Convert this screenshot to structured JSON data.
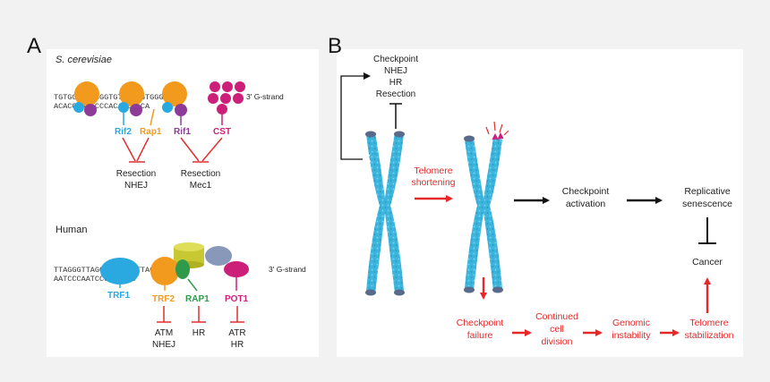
{
  "colors": {
    "page_background": "#f2f2f2",
    "panel_background": "#ffffff",
    "inhibit_red": "#e03030",
    "chromosome_blue": "#3cb4dc",
    "chromosome_cap": "#5a6a8a",
    "arrow_black": "#111111",
    "arrow_red": "#e62828",
    "rif2_cyan": "#29a9e0",
    "rap1_orange": "#f29a1e",
    "rif1_purple": "#8e3a98",
    "cst_magenta": "#cc1f7a",
    "trf1_cyan": "#29a9e0",
    "trf2_orange": "#f29a1e",
    "rap1_green": "#2e9a4a",
    "pot1_magenta": "#cc1f7a",
    "tin2_yellow": "#c8c832",
    "tpp1_slate": "#8898b8"
  },
  "panel_a": {
    "letter": "A",
    "yeast": {
      "species": "S. cerevisiae",
      "dna_top": "TGTGGGTGTGGGTGTGGGTGTGGG",
      "dna_bottom": "ACACCCACACCCACACCCACA",
      "strand_label": "3' G-strand",
      "proteins": {
        "rif2": "Rif2",
        "rap1": "Rap1",
        "rif1": "Rif1",
        "cst": "CST"
      },
      "targets": {
        "left_line1": "Resection",
        "left_line2": "NHEJ",
        "right_line1": "Resection",
        "right_line2": "Mec1"
      }
    },
    "human": {
      "species": "Human",
      "dna_top": "TTAGGGTTAGGGTTAGGGTTAGGGTTAG",
      "dna_bottom": "AATCCCAATCCCAATCCC",
      "strand_label": "3' G-strand",
      "proteins": {
        "trf1": "TRF1",
        "trf2": "TRF2",
        "rap1": "RAP1",
        "pot1": "POT1"
      },
      "targets": {
        "trf2_line1": "ATM",
        "trf2_line2": "NHEJ",
        "rap1_line1": "HR",
        "pot1_line1": "ATR",
        "pot1_line2": "HR"
      }
    }
  },
  "panel_b": {
    "letter": "B",
    "inhibited_pathways": [
      "Checkpoint",
      "NHEJ",
      "HR",
      "Resection"
    ],
    "telomere_shortening": [
      "Telomere",
      "shortening"
    ],
    "checkpoint_activation": [
      "Checkpoint",
      "activation"
    ],
    "replicative_senescence": [
      "Replicative",
      "senescence"
    ],
    "cancer": "Cancer",
    "checkpoint_failure": [
      "Checkpoint",
      "failure"
    ],
    "continued_division": [
      "Continued",
      "cell",
      "division"
    ],
    "genomic_instability": [
      "Genomic",
      "instability"
    ],
    "telomere_stabilization": [
      "Telomere",
      "stabilization"
    ]
  }
}
